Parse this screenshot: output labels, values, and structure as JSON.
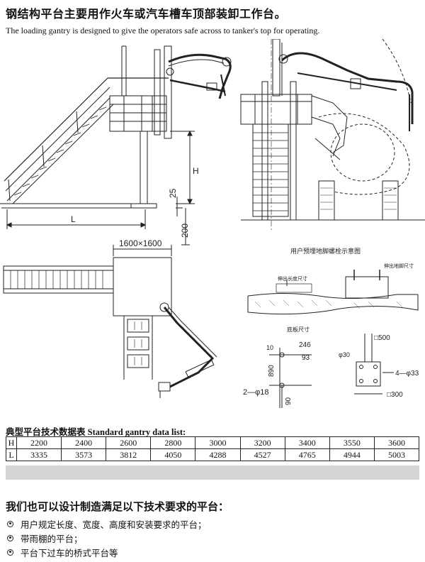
{
  "heading_cn": "钢结构平台主要用作火车或汽车槽车顶部装卸工作台。",
  "heading_en": "The loading gantry is designed to give the operators safe across to tanker's top for operating.",
  "drawing": {
    "dim_h": "H",
    "dim_l": "L",
    "dim_25": "25",
    "dim_200": "200",
    "dim_platform": "1600×1600",
    "bolt_plan_title": "用户预埋地脚螺栓示意图",
    "label_pad_height": "伸出长度尺寸",
    "label_anchor": "伸出地脚尺寸",
    "layout_size": "底板尺寸",
    "dim_246": "246",
    "dim_93": "93",
    "dim_10": "10",
    "dim_890": "890",
    "dim_90": "90",
    "dim_2phi18": "2—φ18",
    "dim_500": "□500",
    "dim_phi30": "φ30",
    "dim_4phi33": "4—φ33",
    "dim_300": "□300"
  },
  "table": {
    "title": "典型平台技术数据表  Standard gantry data list:",
    "rows": [
      {
        "head": "H",
        "cells": [
          "2200",
          "2400",
          "2600",
          "2800",
          "3000",
          "3200",
          "3400",
          "3550",
          "3600"
        ]
      },
      {
        "head": "L",
        "cells": [
          "3335",
          "3573",
          "3812",
          "4050",
          "4288",
          "4527",
          "4765",
          "4944",
          "5003"
        ]
      }
    ]
  },
  "requirements": {
    "title": "我们也可以设计制造满足以下技术要求的平台：",
    "items": [
      "用户规定长度、宽度、高度和安装要求的平台；",
      "带雨棚的平台；",
      "平台下过车的桥式平台等"
    ]
  }
}
